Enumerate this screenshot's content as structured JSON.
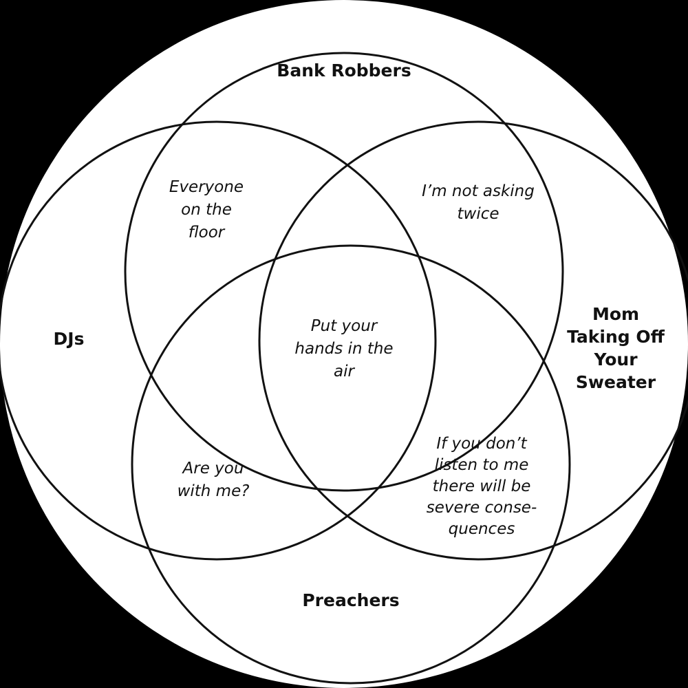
{
  "colors": {
    "background": "#000000",
    "disc_fill": "#ffffff",
    "stroke": "#111111",
    "text": "#111111"
  },
  "sets": {
    "bank_robbers": "Bank Robbers",
    "djs": "DJs",
    "mom": "Mom\nTaking Off\nYour\nSweater",
    "preachers": "Preachers"
  },
  "regions": {
    "djs_and_bank_robbers": "Everyone\non the\nfloor",
    "bank_robbers_and_mom": "I’m not asking\ntwice",
    "all_four": "Put your\nhands in the\nair",
    "djs_and_preachers": "Are you\nwith me?",
    "mom_and_preachers": "If you don’t\nlisten to me\nthere will be\nsevere conse-\nquences"
  }
}
